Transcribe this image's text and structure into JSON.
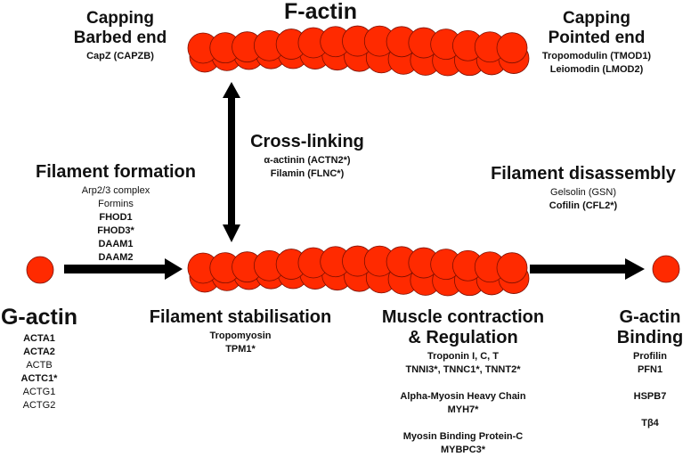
{
  "title": "F-actin",
  "capping_barbed": {
    "heading": [
      "Capping",
      "Barbed end"
    ],
    "items": [
      {
        "text": "CapZ (CAPZB)",
        "bold": true
      }
    ]
  },
  "capping_pointed": {
    "heading": [
      "Capping",
      "Pointed end"
    ],
    "items": [
      {
        "text": "Tropomodulin (TMOD1)",
        "bold": true
      },
      {
        "text": "Leiomodin (LMOD2)",
        "bold": true
      }
    ]
  },
  "cross_linking": {
    "heading": [
      "Cross-linking"
    ],
    "items": [
      {
        "text": "α-actinin (ACTN2*)",
        "bold": true
      },
      {
        "text": "Filamin (FLNC*)",
        "bold": true
      }
    ]
  },
  "filament_formation": {
    "heading": [
      "Filament formation"
    ],
    "items": [
      {
        "text": "Arp2/3 complex",
        "bold": false
      },
      {
        "text": "Formins",
        "bold": false
      },
      {
        "text": "FHOD1",
        "bold": true
      },
      {
        "text": "FHOD3*",
        "bold": true
      },
      {
        "text": "DAAM1",
        "bold": true
      },
      {
        "text": "DAAM2",
        "bold": true
      }
    ]
  },
  "filament_disassembly": {
    "heading": [
      "Filament disassembly"
    ],
    "items": [
      {
        "text": "Gelsolin (GSN)",
        "bold": false
      },
      {
        "text": "Cofilin (CFL2*)",
        "bold": true
      }
    ]
  },
  "g_actin": {
    "heading": [
      "G-actin"
    ],
    "items": [
      {
        "text": "ACTA1",
        "bold": true
      },
      {
        "text": "ACTA2",
        "bold": true
      },
      {
        "text": "ACTB",
        "bold": false
      },
      {
        "text": "ACTC1*",
        "bold": true
      },
      {
        "text": "ACTG1",
        "bold": false
      },
      {
        "text": "ACTG2",
        "bold": false
      }
    ]
  },
  "filament_stabilisation": {
    "heading": [
      "Filament stabilisation"
    ],
    "items": [
      {
        "text": "Tropomyosin",
        "bold": true
      },
      {
        "text": "TPM1*",
        "bold": true
      }
    ]
  },
  "muscle_contraction": {
    "heading": [
      "Muscle contraction",
      "& Regulation"
    ],
    "items": [
      {
        "text": "Troponin I, C, T",
        "bold": true
      },
      {
        "text": "TNNI3*, TNNC1*, TNNT2*",
        "bold": true
      },
      {
        "text": "",
        "bold": false
      },
      {
        "text": "Alpha-Myosin Heavy Chain",
        "bold": true
      },
      {
        "text": "MYH7*",
        "bold": true
      },
      {
        "text": "",
        "bold": false
      },
      {
        "text": "Myosin Binding Protein-C",
        "bold": true
      },
      {
        "text": "MYBPC3*",
        "bold": true
      }
    ]
  },
  "g_actin_binding": {
    "heading": [
      "G-actin",
      "Binding"
    ],
    "items": [
      {
        "text": "Profilin",
        "bold": true
      },
      {
        "text": "PFN1",
        "bold": true
      },
      {
        "text": "",
        "bold": false
      },
      {
        "text": "HSPB7",
        "bold": true
      },
      {
        "text": "",
        "bold": false
      },
      {
        "text": "Tβ4",
        "bold": true
      }
    ]
  },
  "colors": {
    "actin_fill": "#ff2a00",
    "actin_stroke": "#7a0f00",
    "arrow": "#000000"
  }
}
